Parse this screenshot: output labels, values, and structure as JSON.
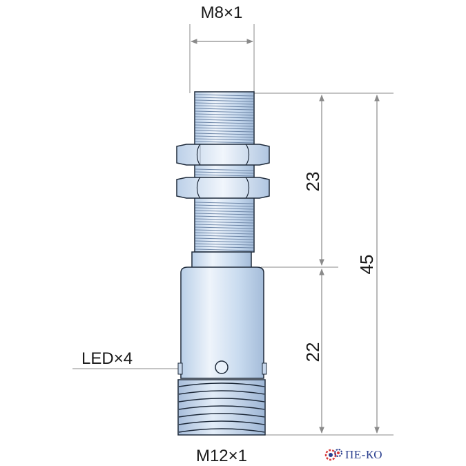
{
  "labels": {
    "top_thread": "M8×1",
    "bottom_thread": "M12×1",
    "led": "LED×4",
    "dim_upper": "23",
    "dim_lower": "22",
    "dim_total": "45"
  },
  "logo": {
    "text": "ПЕ-КО",
    "icon": "gear-icon"
  },
  "colors": {
    "body_light": "#dbe7f5",
    "body_mid": "#a9c1de",
    "outline": "#1e2a3a",
    "dimension_line": "#8a8a8a",
    "logo_blue": "#2a3f8f",
    "logo_red": "#d83a3a"
  }
}
